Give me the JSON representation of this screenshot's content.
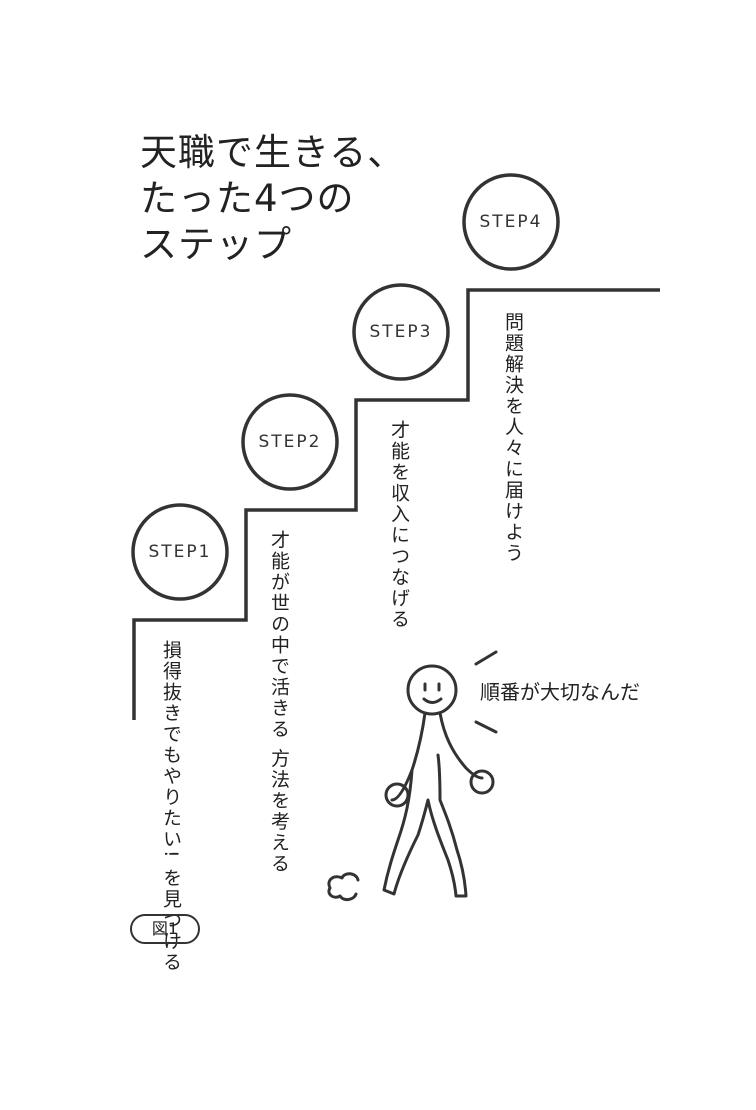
{
  "title": {
    "line1": "天職で生きる、",
    "line2": "たった4つの",
    "line3": "ステップ"
  },
  "steps": [
    {
      "label": "STEP1",
      "text_lines": [
        "損得抜きでもやりたい!",
        "を見つける"
      ]
    },
    {
      "label": "STEP2",
      "text_lines": [
        "才能が世の中で活きる",
        "方法を考える"
      ]
    },
    {
      "label": "STEP3",
      "text_lines": [
        "才能を収入につなげる"
      ]
    },
    {
      "label": "STEP4",
      "text_lines": [
        "問題解決を人々に届けよう"
      ]
    }
  ],
  "speech": "順番が大切なんだ",
  "figure_label": "図1"
}
